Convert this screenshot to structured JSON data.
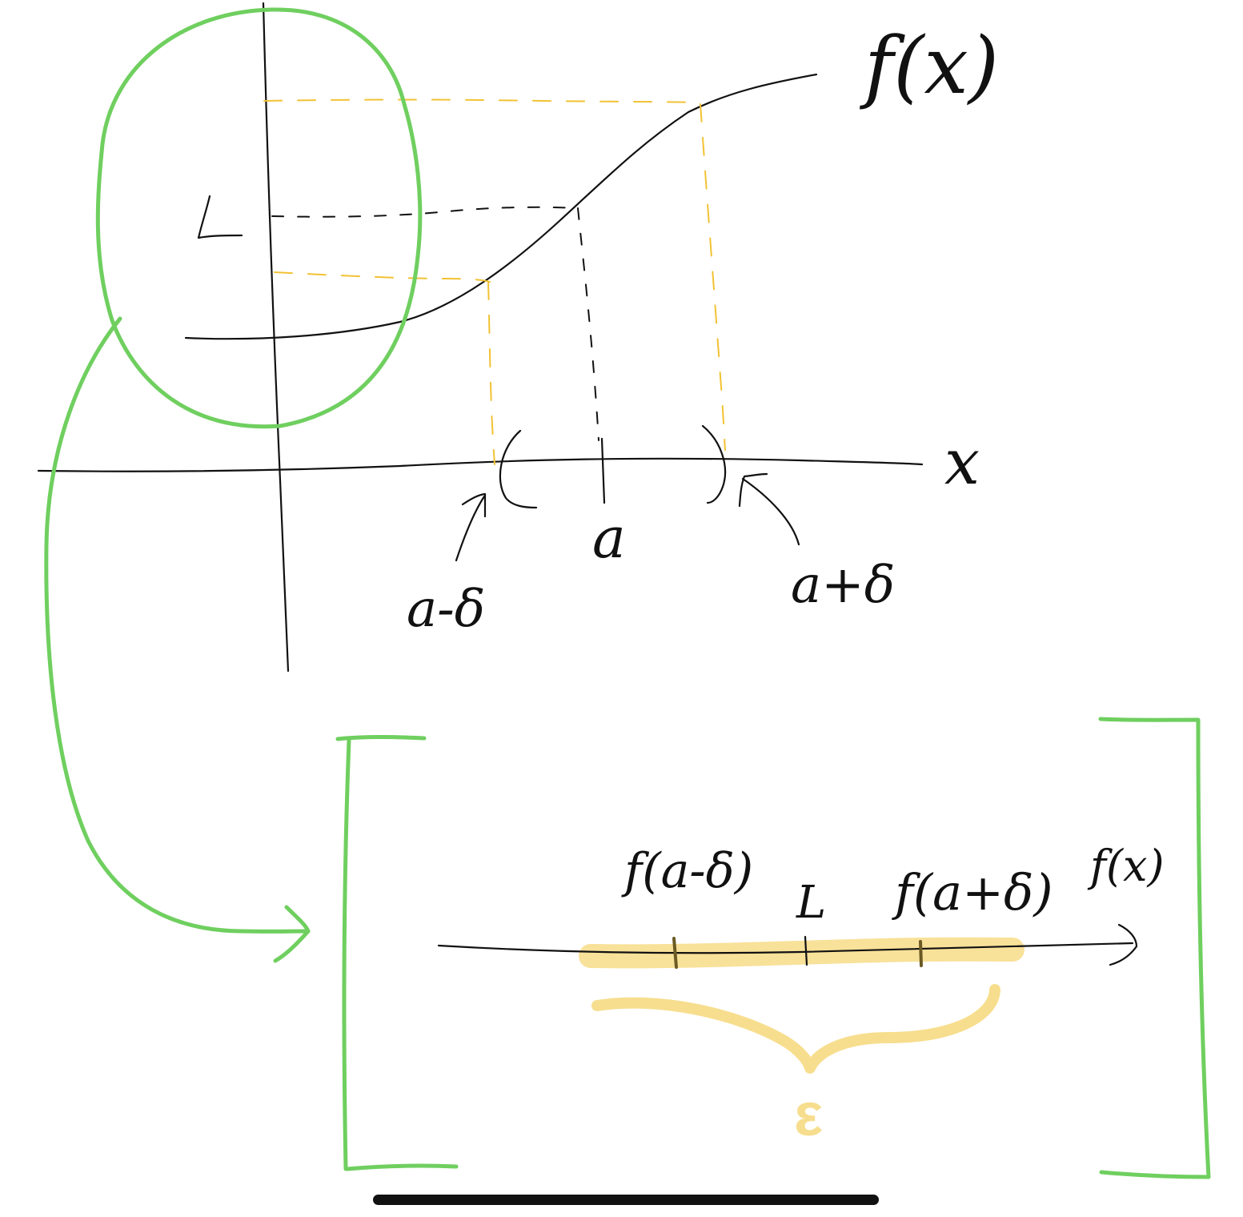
{
  "labels": {
    "function_label": "f(x)",
    "x_axis_label": "x",
    "limit_label": "L",
    "point_a": "a",
    "a_minus_delta": "a-δ",
    "a_plus_delta": "a+δ",
    "line_f_a_minus_delta": "f(a-δ)",
    "line_limit": "L",
    "line_f_a_plus_delta": "f(a+δ)",
    "line_axis_label": "f(x)",
    "epsilon": "ε"
  },
  "colors": {
    "ink": "#111111",
    "yellow": "#f2c234",
    "highlight": "#f7de8e",
    "green": "#6fcf5f"
  }
}
